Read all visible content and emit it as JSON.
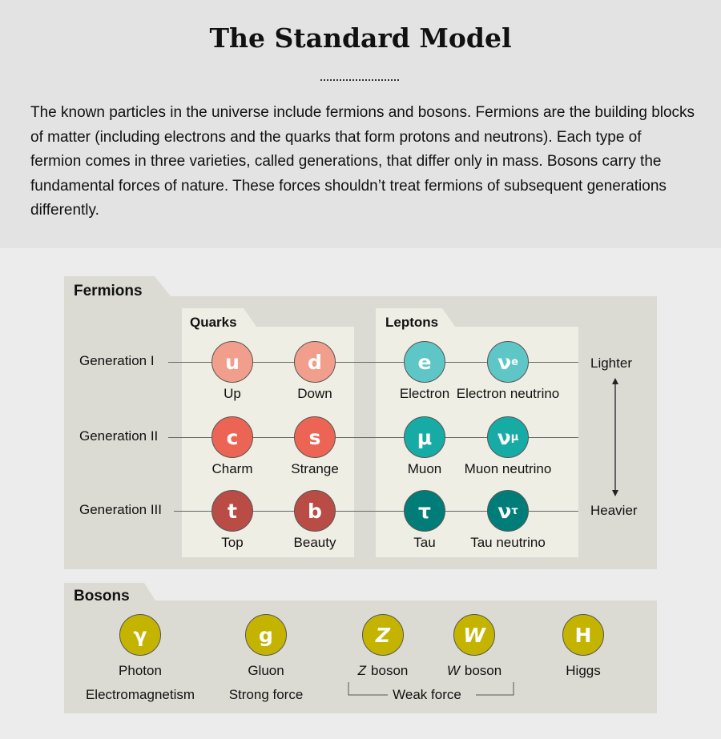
{
  "title": "The Standard Model",
  "intro": "The known particles in the universe include fermions and bosons. Fermions are the building blocks of matter (including electrons and the quarks that form protons and neutrons). Each type of fermion comes in three varieties, called generations, that differ only in mass. Bosons carry the fundamental forces of nature. These forces shouldn’t treat fermions of subsequent generations differently.",
  "fermions": {
    "label": "Fermions",
    "quarks_label": "Quarks",
    "leptons_label": "Leptons",
    "generations": [
      "Generation I",
      "Generation II",
      "Generation III"
    ],
    "lighter": "Lighter",
    "heavier": "Heavier",
    "rows": [
      [
        {
          "sym": "u",
          "name": "Up",
          "color": "#f29e8c"
        },
        {
          "sym": "d",
          "name": "Down",
          "color": "#f29e8c"
        },
        {
          "sym": "e",
          "name": "Electron",
          "color": "#5ec6c6"
        },
        {
          "sym": "ν",
          "sub": "e",
          "name": "Electron neutrino",
          "color": "#5ec6c6"
        }
      ],
      [
        {
          "sym": "c",
          "name": "Charm",
          "color": "#ec6554"
        },
        {
          "sym": "s",
          "name": "Strange",
          "color": "#ec6554"
        },
        {
          "sym": "μ",
          "name": "Muon",
          "color": "#17aba5"
        },
        {
          "sym": "ν",
          "sub": "μ",
          "name": "Muon neutrino",
          "color": "#17aba5"
        }
      ],
      [
        {
          "sym": "t",
          "name": "Top",
          "color": "#b94c44"
        },
        {
          "sym": "b",
          "name": "Beauty",
          "color": "#b94c44"
        },
        {
          "sym": "τ",
          "name": "Tau",
          "color": "#007d78"
        },
        {
          "sym": "ν",
          "sub": "τ",
          "name": "Tau neutrino",
          "color": "#007d78"
        }
      ]
    ]
  },
  "bosons": {
    "label": "Bosons",
    "color": "#c4b400",
    "weak_force": "Weak force",
    "items": [
      {
        "sym": "γ",
        "name": "Photon",
        "force": "Electromagnetism"
      },
      {
        "sym": "g",
        "name": "Gluon",
        "force": "Strong force"
      },
      {
        "sym": "Z",
        "name": "boson",
        "name_prefix": "Z"
      },
      {
        "sym": "W",
        "name": "boson",
        "name_prefix": "W"
      },
      {
        "sym": "H",
        "name": "Higgs"
      }
    ]
  }
}
